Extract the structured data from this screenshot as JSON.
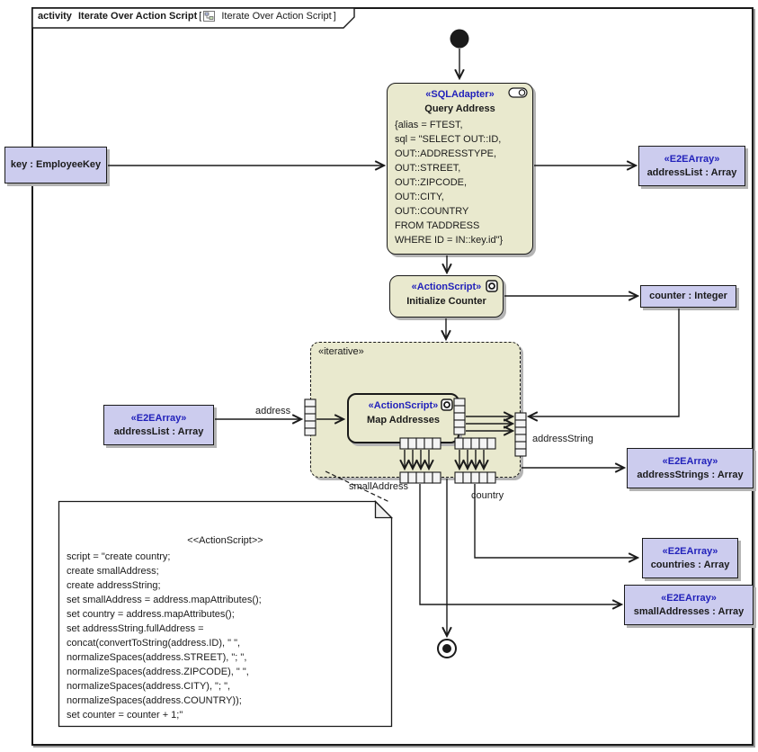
{
  "frame": {
    "keyword": "activity",
    "title": "Iterate Over Action Script",
    "bracket_open": "[",
    "diagram_name": "Iterate Over Action Script",
    "bracket_close": "]"
  },
  "colors": {
    "action_fill": "#e9e9ce",
    "object_fill": "#ccccee",
    "stereotype_text": "#2222bb",
    "shadow": "#b4b4b4"
  },
  "nodes": {
    "query_address": {
      "stereotype": "«SQLAdapter»",
      "name": "Query Address",
      "body": [
        "{alias = FTEST,",
        "sql = \"SELECT OUT::ID,",
        "OUT::ADDRESSTYPE,",
        "OUT::STREET,",
        "OUT::ZIPCODE,",
        "OUT::CITY,",
        "OUT::COUNTRY",
        "FROM TADDRESS",
        "WHERE ID = IN::key.id\"}"
      ]
    },
    "key_object": {
      "label": "key : EmployeeKey"
    },
    "addresslist_out": {
      "stereotype": "«E2EArray»",
      "label": "addressList : Array"
    },
    "initialize_counter": {
      "stereotype": "«ActionScript»",
      "name": "Initialize Counter"
    },
    "counter_object": {
      "label": "counter : Integer"
    },
    "iterative_region": {
      "stereotype": "«iterative»"
    },
    "map_addresses": {
      "stereotype": "«ActionScript»",
      "name": "Map Addresses"
    },
    "addresslist_in": {
      "stereotype": "«E2EArray»",
      "label": "addressList : Array"
    },
    "addressstrings": {
      "stereotype": "«E2EArray»",
      "label": "addressStrings : Array"
    },
    "countries": {
      "stereotype": "«E2EArray»",
      "label": "countries : Array"
    },
    "smalladdresses": {
      "stereotype": "«E2EArray»",
      "label": "smallAddresses : Array"
    }
  },
  "edge_labels": {
    "address": "address",
    "address_string": "addressString",
    "small_address": "smallAddress",
    "country": "country"
  },
  "note": {
    "header": "<<ActionScript>>",
    "lines": [
      "script = \"create country;",
      "create smallAddress;",
      "create addressString;",
      "set smallAddress = address.mapAttributes();",
      "set country = address.mapAttributes();",
      "set addressString.fullAddress =",
      "concat(convertToString(address.ID), \" \",",
      "normalizeSpaces(address.STREET), \"; \",",
      "normalizeSpaces(address.ZIPCODE), \" \",",
      "normalizeSpaces(address.CITY), \"; \",",
      "normalizeSpaces(address.COUNTRY));",
      "set counter = counter + 1;\""
    ]
  }
}
